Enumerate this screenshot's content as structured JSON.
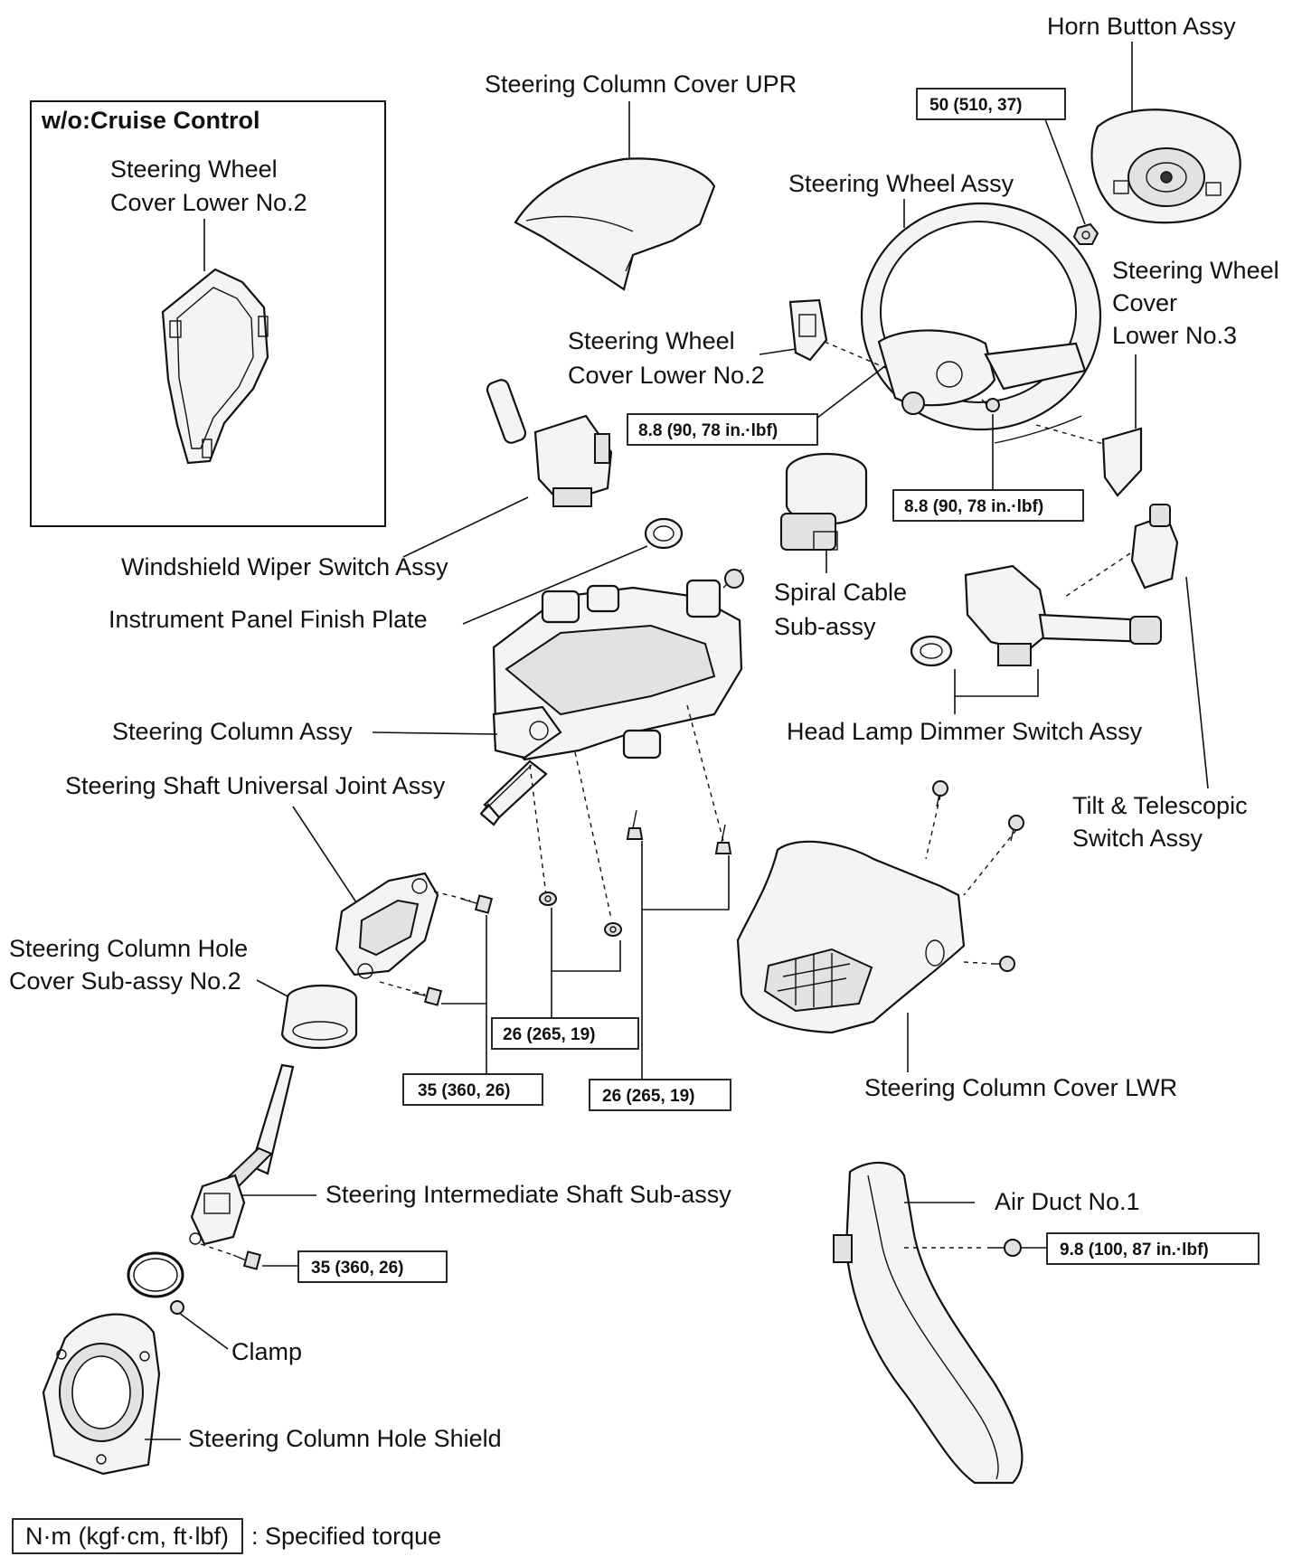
{
  "inset": {
    "title": "w/o:Cruise Control",
    "label_line1": "Steering Wheel",
    "label_line2": "Cover Lower No.2"
  },
  "labels": {
    "horn_button": "Horn Button Assy",
    "column_cover_upr": "Steering Column Cover UPR",
    "steering_wheel_assy": "Steering Wheel Assy",
    "wheel_cover_no3_l1": "Steering Wheel",
    "wheel_cover_no3_l2": "Cover",
    "wheel_cover_no3_l3": "Lower No.3",
    "wheel_cover_no2_l1": "Steering Wheel",
    "wheel_cover_no2_l2": "Cover Lower No.2",
    "wiper_switch": "Windshield Wiper Switch Assy",
    "finish_plate": "Instrument Panel Finish Plate",
    "spiral_cable_l1": "Spiral Cable",
    "spiral_cable_l2": "Sub-assy",
    "dimmer_switch": "Head Lamp Dimmer Switch Assy",
    "column_assy": "Steering Column Assy",
    "universal_joint": "Steering Shaft Universal Joint Assy",
    "tilt_switch_l1": "Tilt & Telescopic",
    "tilt_switch_l2": "Switch Assy",
    "hole_cover_l1": "Steering Column Hole",
    "hole_cover_l2": "Cover Sub-assy No.2",
    "column_cover_lwr": "Steering Column Cover LWR",
    "intermediate_shaft": "Steering Intermediate Shaft Sub-assy",
    "air_duct": "Air Duct No.1",
    "clamp": "Clamp",
    "hole_shield": "Steering Column Hole Shield"
  },
  "torques": {
    "horn_nut": "50 (510, 37)",
    "wheel_screw_left": "8.8 (90, 78 in.·lbf)",
    "wheel_screw_right": "8.8 (90, 78 in.·lbf)",
    "column_nuts": "26 (265, 19)",
    "column_bolts": "26 (265, 19)",
    "joint_bolts": "35 (360, 26)",
    "intermediate_bolt": "35 (360, 26)",
    "air_duct_screw": "9.8 (100, 87 in.·lbf)"
  },
  "legend": {
    "unit_box": "N·m (kgf·cm, ft·lbf)",
    "description": ": Specified torque"
  }
}
